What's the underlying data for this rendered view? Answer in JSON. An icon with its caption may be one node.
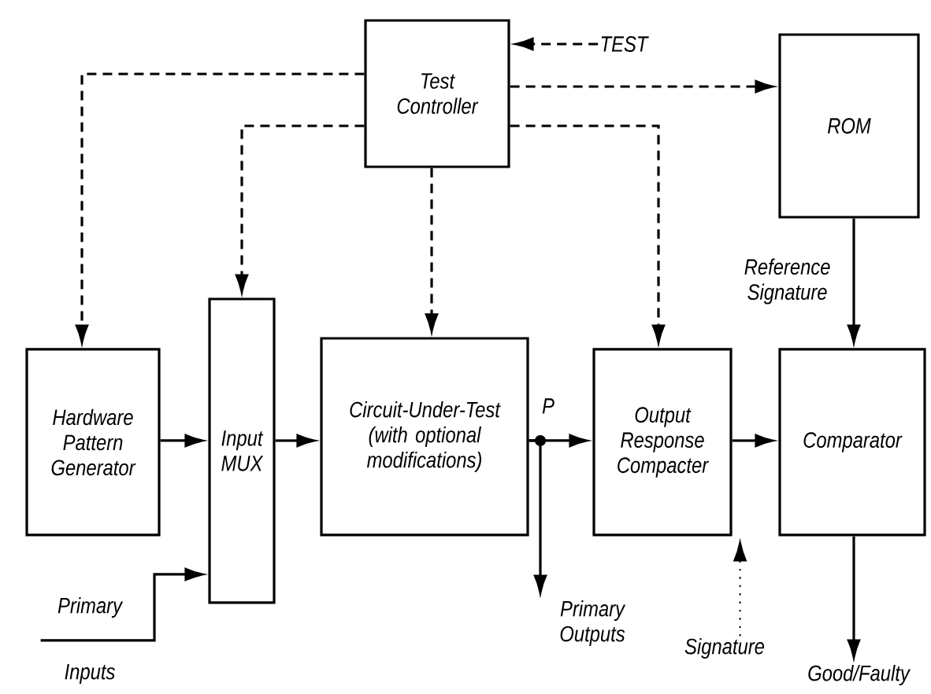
{
  "diagram": {
    "nodes": [
      {
        "text": [
          "Test Controller"
        ]
      },
      {
        "text": [
          "ROM"
        ]
      },
      {
        "text": [
          "Hardware Pattern Generator"
        ]
      },
      {
        "text": [
          "Input MUX"
        ]
      },
      {
        "text": [
          "Circuit-Under-Test (with optional modifications)"
        ]
      },
      {
        "text": [
          "Output Response Compacter"
        ]
      },
      {
        "text": [
          "Comparator"
        ]
      },
      {
        "text": [
          "TEST"
        ]
      },
      {
        "text": [
          "Primary",
          "Inputs"
        ]
      },
      {
        "text": [
          "Primary Outputs"
        ]
      },
      {
        "text": [
          "Signature"
        ]
      },
      {
        "text": [
          "Good/Faulty"
        ]
      }
    ],
    "edges": [
      {
        "from": 0,
        "to": 2,
        "arrow": "to",
        "style": "dashed"
      },
      {
        "from": 0,
        "to": 3,
        "arrow": "to",
        "style": "dashed"
      },
      {
        "from": 0,
        "to": 4,
        "arrow": "to",
        "style": "dashed"
      },
      {
        "from": 0,
        "to": 1,
        "arrow": "to",
        "style": "dashed"
      },
      {
        "from": 0,
        "to": 5,
        "arrow": "to",
        "style": "dashed"
      },
      {
        "from": 7,
        "to": 0,
        "arrow": "to",
        "style": "dashed"
      },
      {
        "from": 2,
        "to": 3,
        "arrow": "to"
      },
      {
        "from": 8,
        "to": 3,
        "arrow": "to"
      },
      {
        "from": 3,
        "to": 4,
        "arrow": "to"
      },
      {
        "from": 4,
        "to": 5,
        "arrow": "to"
      },
      {
        "from": 4,
        "to": 9,
        "arrow": "to"
      },
      {
        "from": 5,
        "to": 6,
        "arrow": "to"
      },
      {
        "from": 10,
        "to": 5,
        "arrow": "to",
        "style": "dashed"
      },
      {
        "from": 1,
        "to": 6,
        "arrow": "to",
        "label": "Reference Signature"
      },
      {
        "from": 6,
        "to": 11,
        "arrow": "to"
      }
    ],
    "labels": [
      "P"
    ]
  }
}
